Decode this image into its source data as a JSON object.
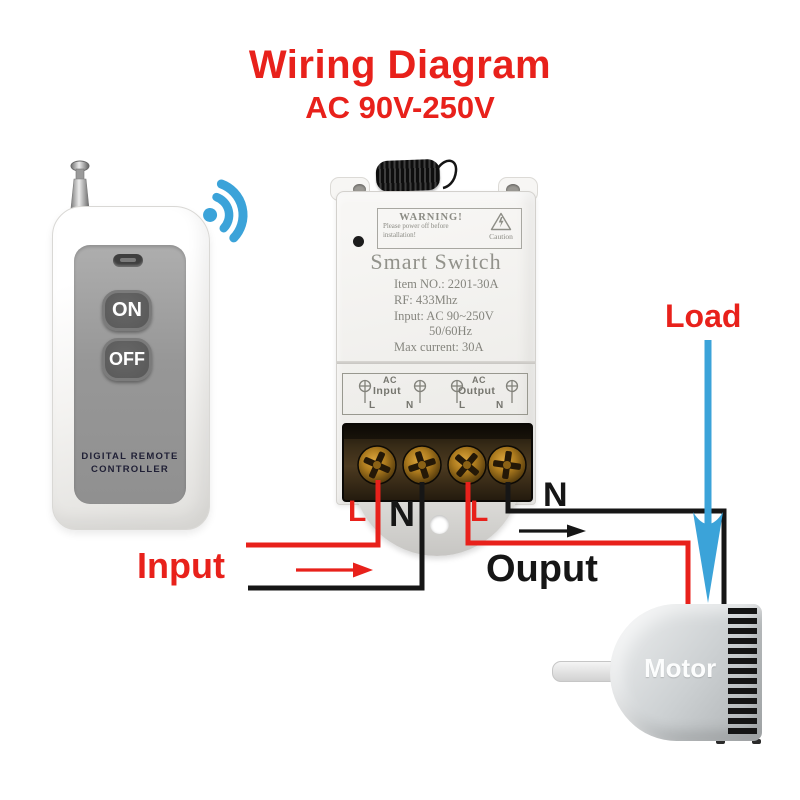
{
  "colors": {
    "red": "#e8211b",
    "blue": "#3ba3d9",
    "black": "#161616"
  },
  "title": {
    "line1": "Wiring Diagram",
    "line2": "AC 90V-250V"
  },
  "remote": {
    "on_label": "ON",
    "off_label": "OFF",
    "brand_line1": "DIGITAL REMOTE",
    "brand_line2": "CONTROLLER"
  },
  "smart_switch": {
    "warning_title": "WARNING!",
    "warning_line1": "Please power off before",
    "warning_line2": "installation!",
    "caution_label": "Caution",
    "product_name": "Smart Switch",
    "specs": [
      "Item NO.: 2201-30A",
      "RF: 433Mhz",
      "Input: AC 90~250V",
      "50/60Hz",
      "Max current: 30A"
    ],
    "terminal_panel": {
      "ac_left": "AC",
      "input_word": "Input",
      "ac_right": "AC",
      "output_word": "Output",
      "pins": [
        "L",
        "N",
        "L",
        "N"
      ]
    }
  },
  "wiring": {
    "input_line_label": "L",
    "input_neutral_label": "N",
    "output_line_label": "L",
    "output_neutral_label": "N",
    "input_label": "Input",
    "output_label": "Ouput",
    "load_label": "Load"
  },
  "motor": {
    "label": "Motor"
  }
}
